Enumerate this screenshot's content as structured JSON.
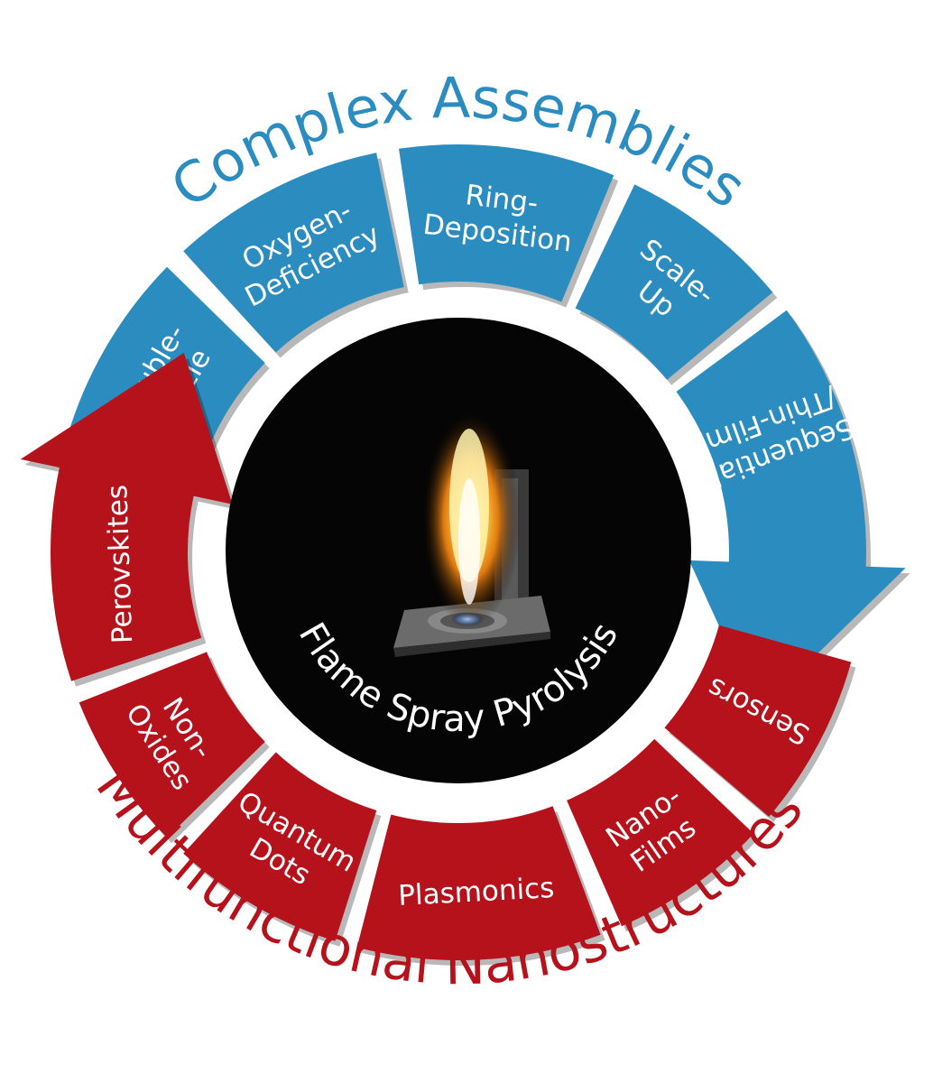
{
  "top_arc": {
    "title": "Complex Assemblies",
    "color": "#2b8cbf",
    "segments": [
      {
        "lines": [
          "Double-",
          "Nozzle"
        ]
      },
      {
        "lines": [
          "Oxygen-",
          "Deficiency"
        ]
      },
      {
        "lines": [
          "Ring-",
          "Deposition"
        ]
      },
      {
        "lines": [
          "Scale-",
          "Up"
        ]
      },
      {
        "lines": [
          "Sequential",
          "/Thin-Film"
        ]
      }
    ]
  },
  "bottom_arc": {
    "title": "Multifunctional Nanostructures",
    "color": "#b5121b",
    "segments": [
      {
        "lines": [
          "Sensors"
        ]
      },
      {
        "lines": [
          "Nano-",
          "Films"
        ]
      },
      {
        "lines": [
          "Plasmonics"
        ]
      },
      {
        "lines": [
          "Quantum",
          "Dots"
        ]
      },
      {
        "lines": [
          "Non-",
          "Oxides"
        ]
      },
      {
        "lines": [
          "Perovskites"
        ]
      }
    ]
  },
  "center": {
    "title": "Flame Spray Pyrolysis"
  }
}
